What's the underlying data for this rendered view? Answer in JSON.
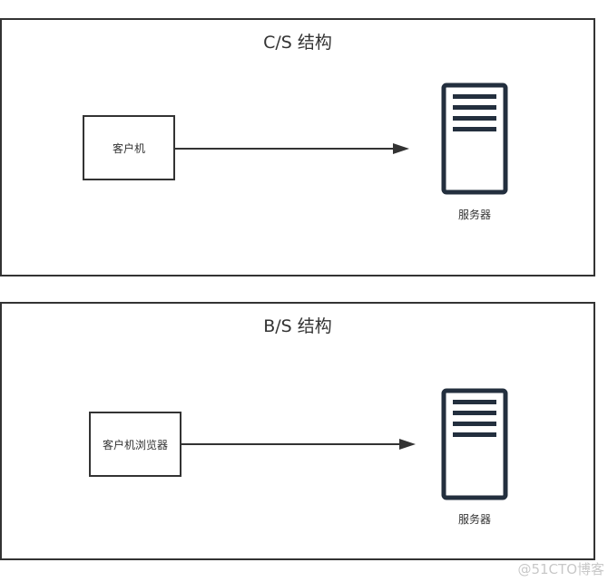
{
  "diagrams": [
    {
      "title": "C/S 结构",
      "client_label": "客户机",
      "server_label": "服务器"
    },
    {
      "title": "B/S 结构",
      "client_label": "客户机浏览器",
      "server_label": "服务器"
    }
  ],
  "watermark": "@51CTO博客",
  "colors": {
    "stroke": "#333333",
    "server_icon": "#232f3e",
    "background": "#ffffff"
  }
}
